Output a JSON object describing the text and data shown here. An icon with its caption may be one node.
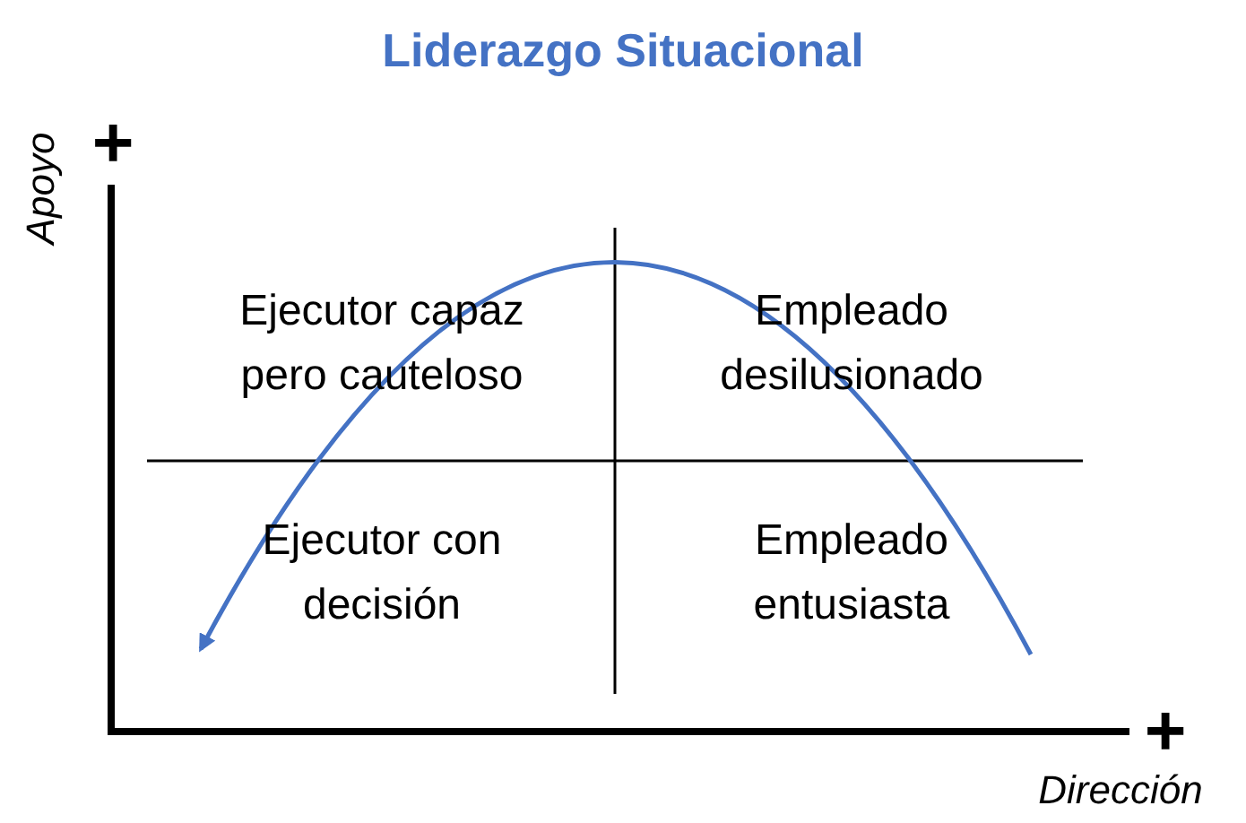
{
  "diagram": {
    "title": "Liderazgo Situacional",
    "labels": [
      "+",
      "Apoyo",
      "Ejecutor capaz pero cauteloso",
      "Empleado desilusionado",
      "Ejecutor con decisión",
      "Empleado entusiasta",
      "+",
      "Dirección"
    ]
  }
}
